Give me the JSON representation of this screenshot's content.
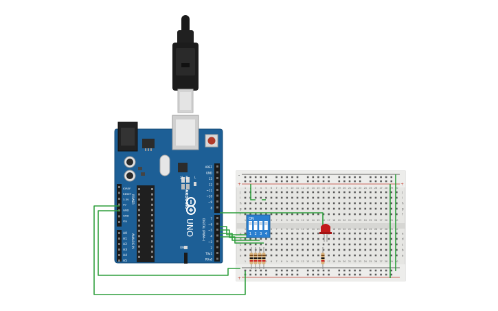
{
  "board": {
    "brand": "ARDUINO",
    "model": "UNO",
    "power_header_title": "POWER",
    "analog_header_title": "ANALOG IN",
    "digital_header_title": "DIGITAL (PWM~)",
    "tx_label": "TX",
    "rx_label": "RX",
    "led_l_label": "L",
    "on_label": "ON",
    "power_pins": [
      "IOREF",
      "RESET",
      "3.3V",
      "5V",
      "GND",
      "GND",
      "Vin"
    ],
    "analog_pins": [
      "A0",
      "A1",
      "A2",
      "A3",
      "A4",
      "A5"
    ],
    "digital_top_pins": [
      "AREF",
      "GND",
      "13",
      "12",
      "~11",
      "~10",
      "~9",
      "8"
    ],
    "digital_bottom_pins": [
      "7",
      "~6",
      "~5",
      "4",
      "~3",
      "2",
      "TX▸1",
      "RX◂0"
    ]
  },
  "dip_switch": {
    "on_label": "ON",
    "numbers": [
      "1",
      "2",
      "3",
      "4"
    ]
  },
  "breadboard": {
    "rail_plus": "+",
    "rail_minus": "-",
    "row_letters_top": [
      "j",
      "i",
      "h",
      "g",
      "f"
    ],
    "row_letters_bottom": [
      "e",
      "d",
      "c",
      "b",
      "a"
    ],
    "column_numbers": [
      "1",
      "2",
      "3",
      "4",
      "5",
      "6",
      "7",
      "8",
      "9",
      "10",
      "11",
      "12",
      "13",
      "14",
      "15",
      "16",
      "17",
      "18",
      "19",
      "20",
      "21",
      "22",
      "23",
      "24",
      "25",
      "26",
      "27",
      "28",
      "29",
      "30"
    ]
  },
  "colors": {
    "board_blue": "#1d5f96",
    "wire_green": "#2e9e3c",
    "led_red": "#c21a1a",
    "dip_blue": "#2a7fd0",
    "breadboard": "#e6e6e3"
  },
  "icons": [
    "usb-plug-icon",
    "reset-button-icon",
    "arduino-logo-icon"
  ]
}
